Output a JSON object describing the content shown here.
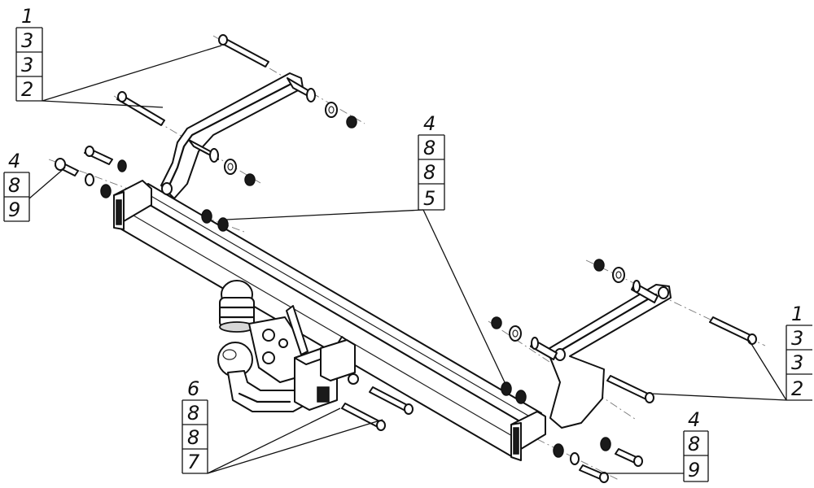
{
  "callouts": {
    "top_left": {
      "digits": [
        "1",
        "3",
        "3",
        "2"
      ]
    },
    "left": {
      "digits": [
        "4",
        "8",
        "9"
      ]
    },
    "center": {
      "digits": [
        "4",
        "8",
        "8",
        "5"
      ]
    },
    "right": {
      "digits": [
        "1",
        "3",
        "3",
        "2"
      ]
    },
    "bottom_left": {
      "digits": [
        "6",
        "8",
        "8",
        "7"
      ]
    },
    "bottom_right": {
      "digits": [
        "4",
        "8",
        "9"
      ]
    }
  }
}
